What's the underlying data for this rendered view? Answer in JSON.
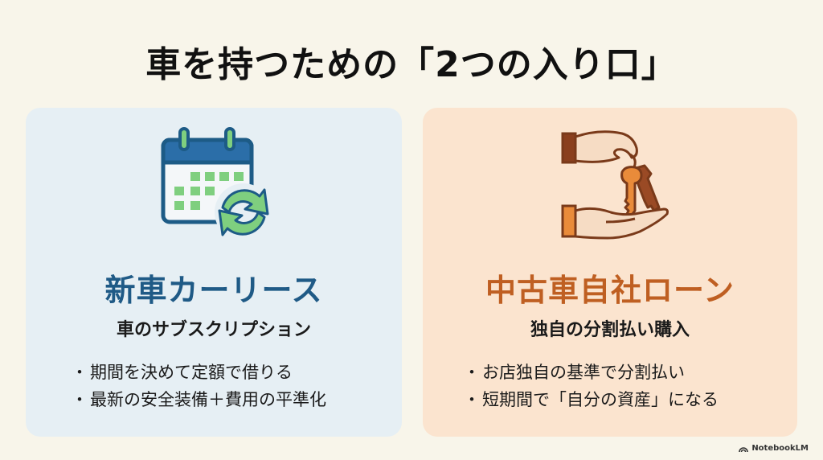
{
  "title": "車を持つための「2つの入り口」",
  "cards": [
    {
      "icon": "calendar-refresh-icon",
      "title": "新車カーリース",
      "subtitle": "車のサブスクリプション",
      "bullets": [
        "期間を決めて定額で借りる",
        "最新の安全装備＋費用の平準化"
      ],
      "accent": "#1f5a86",
      "background": "#e6eff4"
    },
    {
      "icon": "hands-keys-icon",
      "title": "中古車自社ローン",
      "subtitle": "独自の分割払い購入",
      "bullets": [
        "お店独自の基準で分割払い",
        "短期間で「自分の資産」になる"
      ],
      "accent": "#bf5f22",
      "background": "#fbe4cf"
    }
  ],
  "bullet_glyph": "・",
  "brand": {
    "icon": "notebooklm-logo-icon",
    "label": "NotebookLM"
  }
}
